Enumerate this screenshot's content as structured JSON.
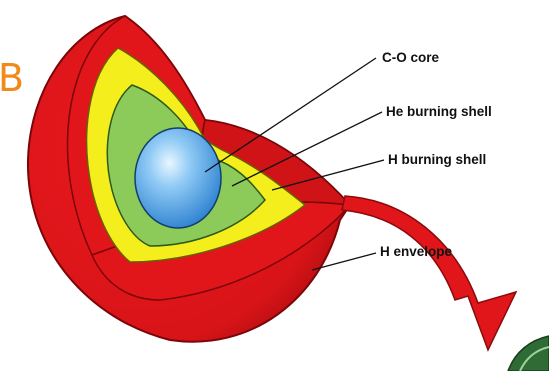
{
  "panel_letter": "B",
  "labels": {
    "core": "C-O core",
    "he_shell": "He burning shell",
    "h_shell": "H burning shell",
    "envelope": "H envelope"
  },
  "colors": {
    "envelope": "#e0161b",
    "envelope_dark": "#b30c10",
    "h_shell": "#f4ee1c",
    "he_shell": "#8ccb5a",
    "core": "#4aa3e6",
    "arrow": "#e0161b",
    "panel_letter": "#f08a1c",
    "planet": "#2f6b35"
  }
}
